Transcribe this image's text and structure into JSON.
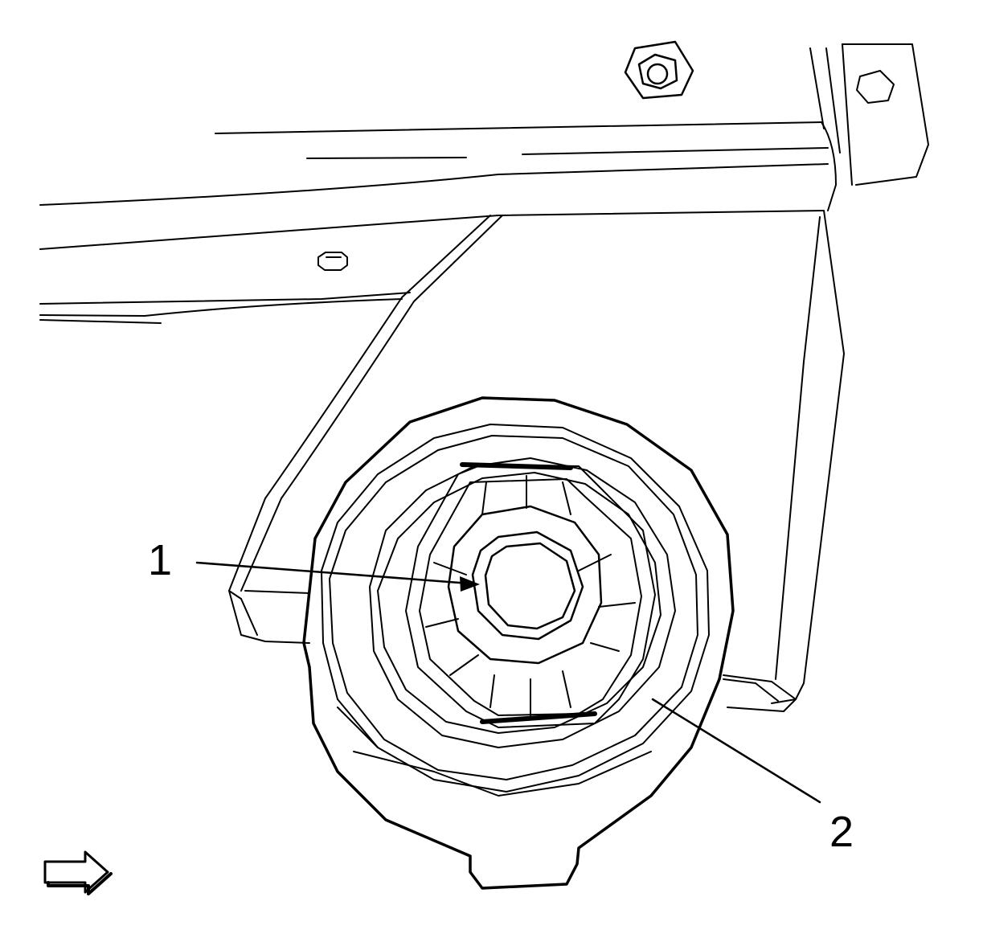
{
  "callouts": [
    {
      "number": "1",
      "part": "center-nut-hex"
    },
    {
      "number": "2",
      "part": "mount-bushing"
    }
  ],
  "icons": {
    "direction": "right-arrow-icon"
  },
  "colors": {
    "line": "#000000",
    "background": "#ffffff"
  }
}
